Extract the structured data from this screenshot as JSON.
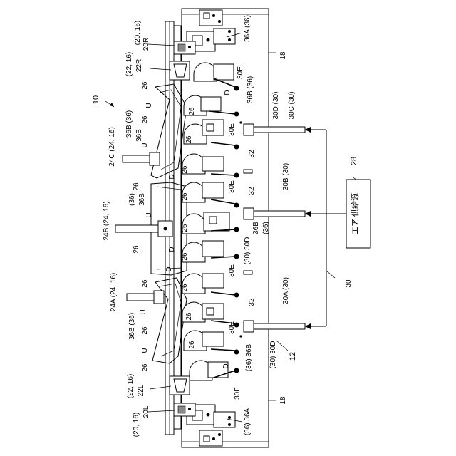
{
  "figure": {
    "labels": {
      "ref_10": "10",
      "ref_12": "12",
      "ref_18_top": "18",
      "ref_18_bottom": "18",
      "ref_20R_a": "(20, 16)",
      "ref_20R_b": "20R",
      "ref_22R_a": "(22, 16)",
      "ref_22R_b": "22R",
      "ref_20L_a": "(20, 16)",
      "ref_20L_b": "20L",
      "ref_22L_a": "(22, 16)",
      "ref_22L_b": "22L",
      "ref_24C": "24C (24, 16)",
      "ref_24B": "24B (24, 16)",
      "ref_24A": "24A (24, 16)",
      "ref_36A_top": "36A (36)",
      "ref_36A_bottom": "(36) 36A",
      "ref_36B_1": "36B (36)",
      "ref_36B_2": "36B (36)",
      "ref_36B_3": "36B",
      "ref_36B_4": "36B",
      "ref_36B_5": "(36)",
      "ref_36B_6": "36B",
      "ref_36B_7": "(36)",
      "ref_36B_8": "36B (36)",
      "ref_36B_9": "(36) 36B",
      "ref_30": "30",
      "ref_30A": "30A (30)",
      "ref_30B": "30B (30)",
      "ref_30C": "30C (30)",
      "ref_30D_1": "30D (30)",
      "ref_30D_2": "(30) 30D",
      "ref_30D_3": "(30) 30D",
      "ref_30E": "30E",
      "ref_32": "32",
      "ref_26": "26",
      "ref_U": "U",
      "ref_D": "D",
      "ref_28": "28",
      "air_supply": "エア 供給源"
    }
  }
}
